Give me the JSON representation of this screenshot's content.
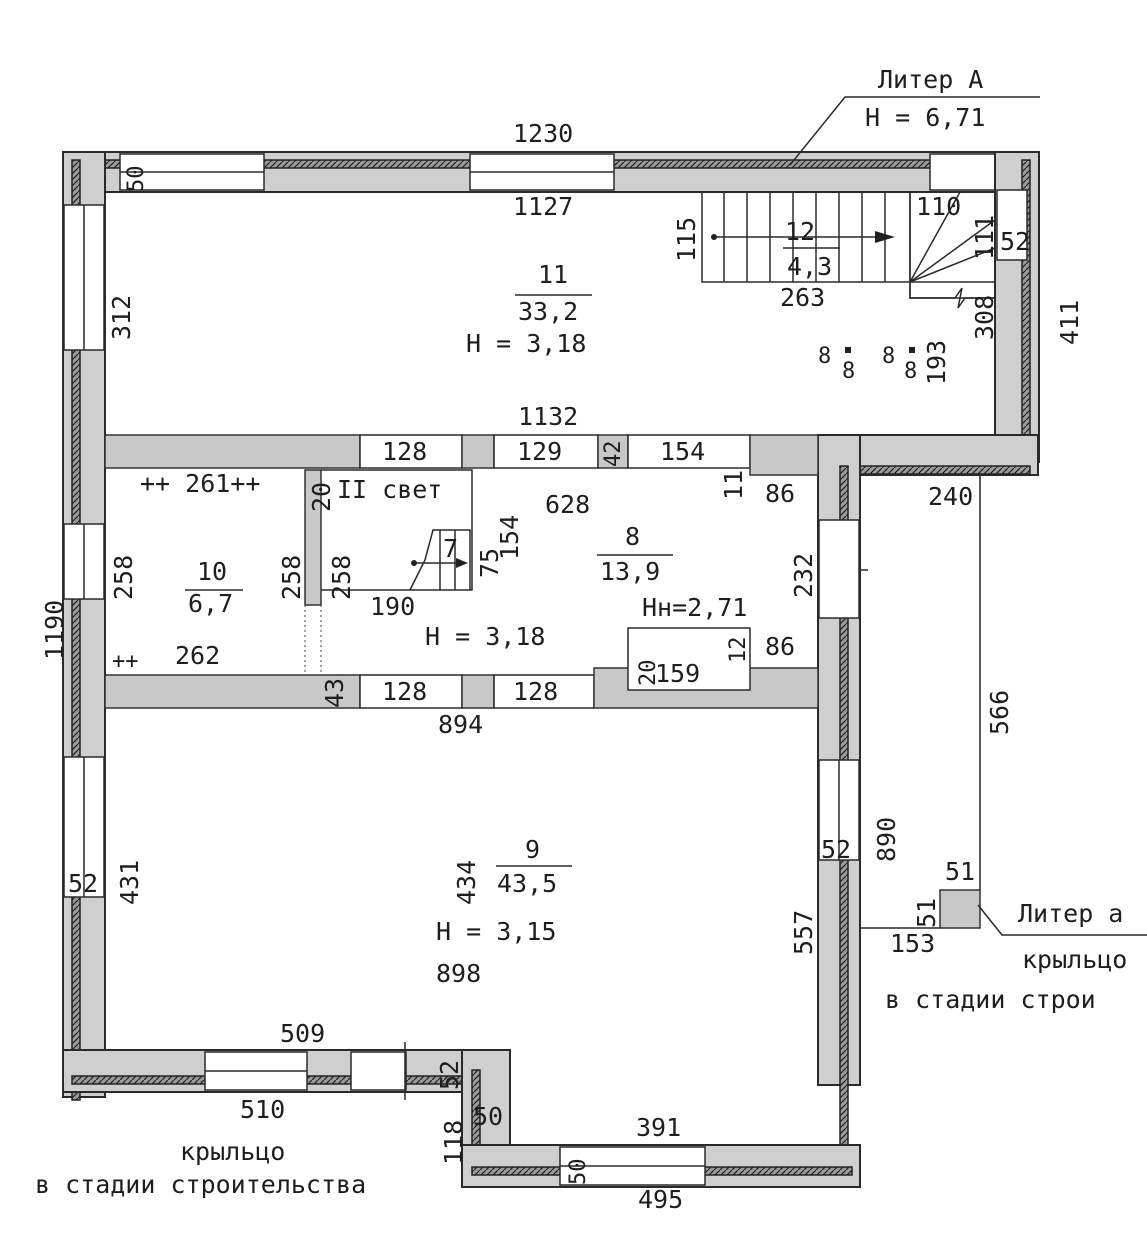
{
  "liter_a": {
    "name": "Литер А",
    "height": "H = 6,71"
  },
  "liter_a_small": {
    "name": "Литер а"
  },
  "porch_right": {
    "line1": "крыльцо",
    "line2": "в стадии строи"
  },
  "porch_left": {
    "line1": "крыльцо",
    "line2": "в стадии строительства"
  },
  "rooms": {
    "r11": {
      "num": "11",
      "area": "33,2",
      "height": "H = 3,18"
    },
    "r12": {
      "num": "12",
      "area": "4,3"
    },
    "r10": {
      "num": "10",
      "area": "6,7"
    },
    "r8": {
      "num": "8",
      "area": "13,9",
      "height": "H = 3,18",
      "lower_height": "Hн=2,71"
    },
    "r9": {
      "num": "9",
      "area": "43,5",
      "height": "H = 3,15"
    },
    "r7": {
      "num": "7"
    },
    "second_light": "II свет"
  },
  "dims": {
    "d1230": "1230",
    "d1127": "1127",
    "d50a": "50",
    "d312": "312",
    "d115": "115",
    "d110": "110",
    "d111": "111",
    "d52a": "52",
    "d263": "263",
    "d308": "308",
    "d411": "411",
    "d193": "193",
    "d8a": "8",
    "d8b": "8",
    "d8c": "8",
    "d8d": "8",
    "d1132": "1132",
    "d128a": "128",
    "d129": "129",
    "d42": "42",
    "d154a": "154",
    "d11": "11",
    "d86a": "86",
    "d240": "240",
    "d261": "++ 261++",
    "d20a": "20",
    "d154b": "154",
    "d628": "628",
    "d75": "75",
    "d258a": "258",
    "d258b": "258",
    "d258c": "258",
    "d190": "190",
    "d232": "232",
    "d1190": "1190",
    "d262": "262",
    "d262_pre": "++",
    "d43": "43",
    "d128b": "128",
    "d128c": "128",
    "d20b": "20",
    "d159": "159",
    "d12": "12",
    "d86b": "86",
    "d894": "894",
    "d566": "566",
    "d890": "890",
    "d52b": "52",
    "d52c": "52",
    "d431": "431",
    "d434": "434",
    "d51a": "51",
    "d51b": "51",
    "d557": "557",
    "d153": "153",
    "d898": "898",
    "d509": "509",
    "d510": "510",
    "d52d": "52",
    "d118": "118",
    "d50b": "50",
    "d391": "391",
    "d50c": "50",
    "d495": "495"
  }
}
